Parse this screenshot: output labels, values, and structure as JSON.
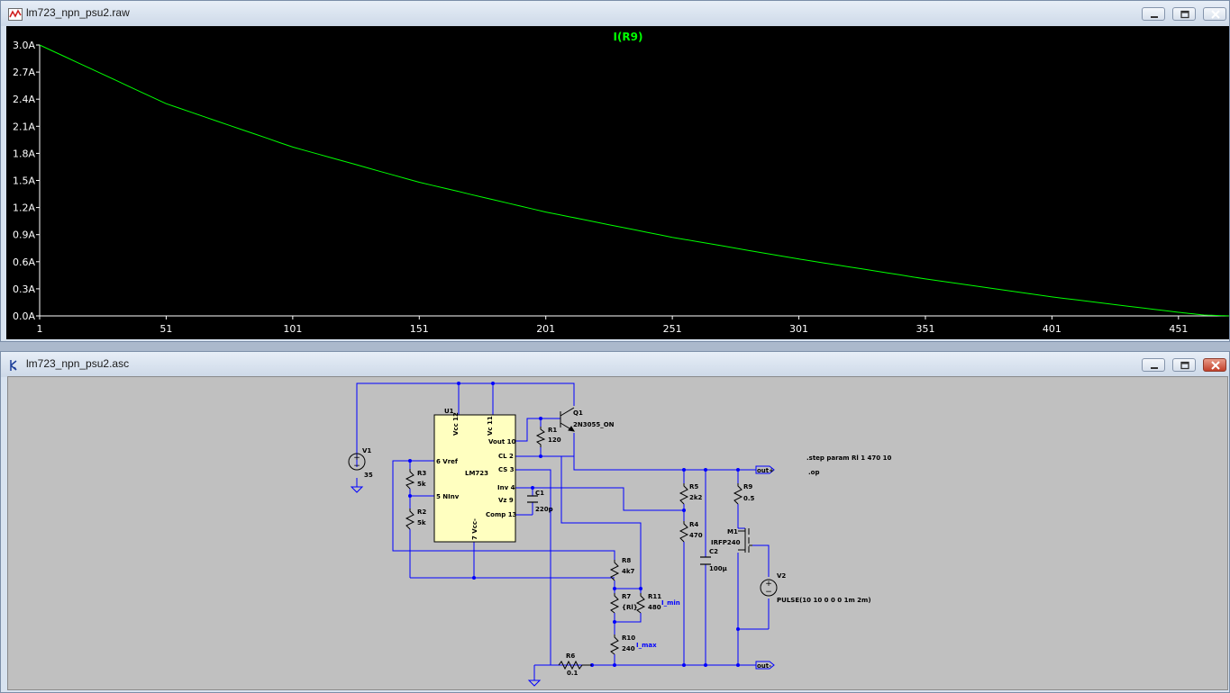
{
  "waveform_window": {
    "title": "lm723_npn_psu2.raw",
    "trace_name": "I(R9)"
  },
  "schematic_window": {
    "title": "lm723_npn_psu2.asc"
  },
  "colors": {
    "plot_background": "#000000",
    "trace": "#00ff00",
    "axis_text": "#ffffff",
    "wire": "#0000ff",
    "ic_fill": "#ffffc0",
    "schematic_background": "#c0c0c0"
  },
  "chart_data": {
    "type": "line",
    "title": "I(R9)",
    "xlabel": "",
    "ylabel": "",
    "xlim": [
      1,
      471
    ],
    "ylim": [
      0.0,
      3.0
    ],
    "xticks": [
      "1",
      "51",
      "101",
      "151",
      "201",
      "251",
      "301",
      "351",
      "401",
      "451"
    ],
    "xtick_values": [
      1,
      51,
      101,
      151,
      201,
      251,
      301,
      351,
      401,
      451
    ],
    "yticks": [
      "0.0A",
      "0.3A",
      "0.6A",
      "0.9A",
      "1.2A",
      "1.5A",
      "1.8A",
      "2.1A",
      "2.4A",
      "2.7A",
      "3.0A"
    ],
    "ytick_values": [
      0,
      0.3,
      0.6,
      0.9,
      1.2,
      1.5,
      1.8,
      2.1,
      2.4,
      2.7,
      3.0
    ],
    "grid": false,
    "series": [
      {
        "name": "I(R9)",
        "x": [
          1,
          51,
          101,
          151,
          201,
          251,
          301,
          351,
          401,
          451,
          461,
          471
        ],
        "y": [
          3.0,
          2.35,
          1.87,
          1.48,
          1.15,
          0.87,
          0.63,
          0.41,
          0.21,
          0.04,
          0.01,
          0.0
        ]
      }
    ]
  },
  "schematic": {
    "ic": {
      "ref": "U1",
      "part": "LM723",
      "pins_left": [
        "6 Vref",
        "5 NInv"
      ],
      "pins_right": [
        "Vout 10",
        "CL 2",
        "CS 3",
        "Inv 4",
        "Vz 9",
        "Comp 13"
      ],
      "pins_top": [
        "Vcc 12",
        "Vc 11"
      ],
      "pin_bottom": "7 Vcc-"
    },
    "components": [
      {
        "ref": "V1",
        "value": "35"
      },
      {
        "ref": "Q1",
        "value": "2N3055_ON"
      },
      {
        "ref": "R1",
        "value": "120"
      },
      {
        "ref": "R3",
        "value": "5k"
      },
      {
        "ref": "R2",
        "value": "5k"
      },
      {
        "ref": "C1",
        "value": "220p"
      },
      {
        "ref": "R5",
        "value": "2k2"
      },
      {
        "ref": "R4",
        "value": "470"
      },
      {
        "ref": "C2",
        "value": "100µ"
      },
      {
        "ref": "R9",
        "value": "0.5"
      },
      {
        "ref": "M1",
        "value": "IRFP240"
      },
      {
        "ref": "V2",
        "value": "PULSE(10 10 0 0 0 1m 2m)"
      },
      {
        "ref": "R8",
        "value": "4k7"
      },
      {
        "ref": "R7",
        "value": "{Rl}"
      },
      {
        "ref": "R11",
        "value": "480"
      },
      {
        "ref": "R10",
        "value": "240"
      },
      {
        "ref": "R6",
        "value": "0.1"
      }
    ],
    "net_labels": [
      "out+",
      "out-",
      "I_min",
      "I_max"
    ],
    "directives": [
      ".step param Rl 1 470 10",
      ".op"
    ]
  }
}
